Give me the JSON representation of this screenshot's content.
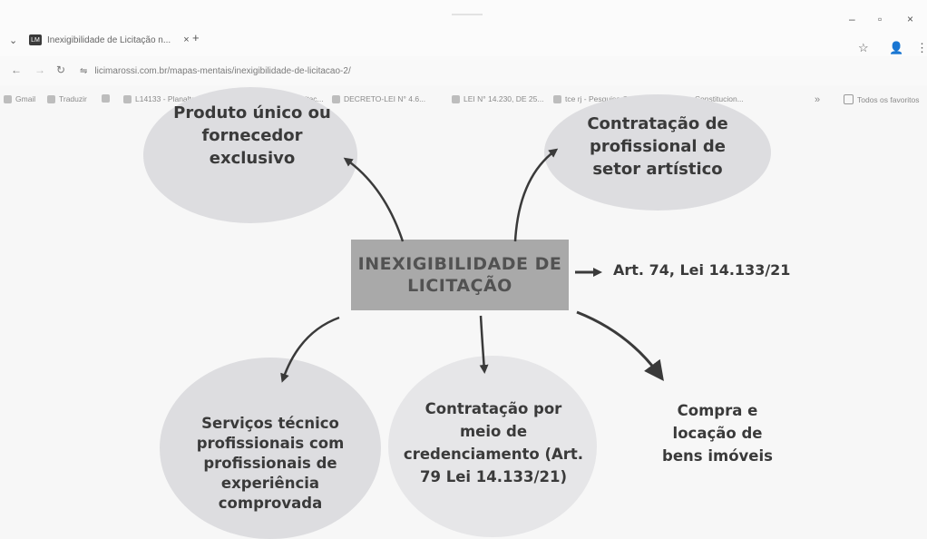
{
  "browser": {
    "tab_title": "Inexigibilidade de Licitação n...",
    "tab_close": "×",
    "new_tab": "+",
    "url": "licimarossi.com.br/mapas-mentais/inexigibilidade-de-licitacao-2/",
    "window_controls": {
      "minimize": "–",
      "maximize": "▫",
      "close": "×"
    },
    "bookmarks": [
      "Gmail",
      "Traduzir",
      "",
      "L14133 - Planalto...",
      "Nova-lei-de-licitac...",
      "DECRETO-LEI N° 4.6...",
      "LEI N° 14.230, DE 25...",
      "tce rj - Pesquisa Go...",
      "Direito Constitucion..."
    ],
    "bookmarks_more": "»",
    "all_bookmarks": "Todos os favoritos"
  },
  "mindmap": {
    "center": "INEXIGIBILIDADE DE LICITAÇÃO",
    "legal_ref": "Art. 74, Lei 14.133/21",
    "nodes": {
      "produto": "Produto único ou fornecedor exclusivo",
      "artistico": "Contratação de profissional de setor artístico",
      "servicos": "Serviços técnico profissionais com profissionais de experiência comprovada",
      "credenciamento": "Contratação por meio de credenciamento (Art. 79 Lei 14.133/21)",
      "imoveis": "Compra e locação de bens imóveis"
    }
  },
  "colors": {
    "blob": "#dddde0",
    "center_box": "#a9a9a9",
    "text": "#3a3a3a",
    "arrow": "#3a3a3a"
  }
}
